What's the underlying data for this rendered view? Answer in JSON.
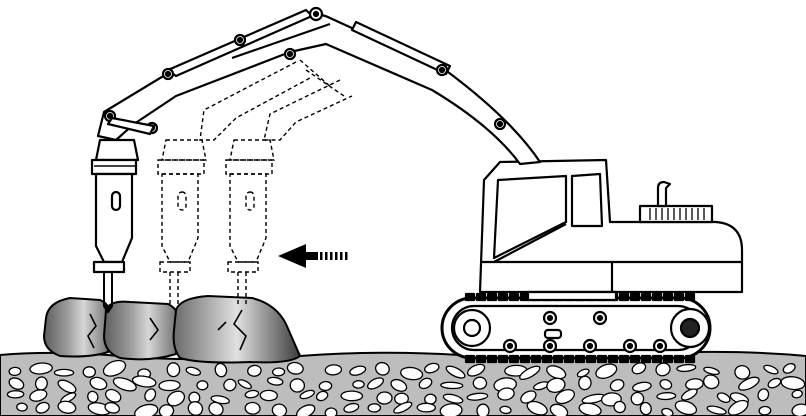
{
  "colors": {
    "line": "#000000",
    "fill": "#ffffff",
    "ground": "#bdbdbd",
    "rock_dark": "#5e5e5e",
    "rock_mid": "#8d8d8d",
    "rock_light": "#d6d6d6",
    "shadow": "#2a2a2a"
  },
  "icons": {
    "excavator": "excavator-icon",
    "hydraulic_breaker": "hydraulic-breaker-icon",
    "direction_arrow": "arrow-left-icon"
  },
  "scene": {
    "breaker_positions": [
      "solid",
      "dashed",
      "dashed"
    ],
    "arrow_direction": "left"
  }
}
